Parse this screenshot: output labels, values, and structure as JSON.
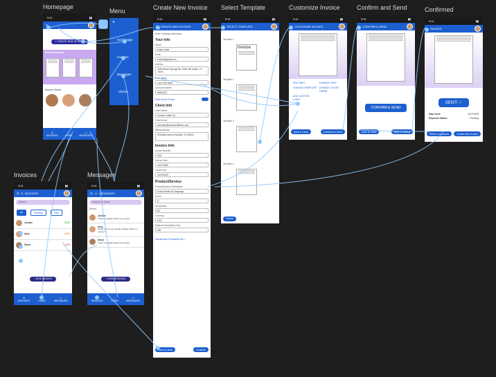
{
  "titles": {
    "homepage": "Homepage",
    "menu": "Menu",
    "create": "Create New Invoice",
    "select": "Select Template",
    "customize": "Customize Invoice",
    "confirm": "Confirm and Send",
    "confirmed": "Confirmed",
    "invoices": "Invoices",
    "messages": "Messages"
  },
  "status_time": "9:41",
  "homepage": {
    "new_btn": "+ CREATE NEW INVOICE",
    "recent_invoices": "Recent Invoices:",
    "recent_clients": "Recent Clients:",
    "nav": [
      "INVOICES",
      "HOME",
      "MESSAGES"
    ]
  },
  "menu": {
    "items": [
      "Homepage",
      "Invoices",
      "Messages",
      "Clients"
    ]
  },
  "create": {
    "bar": "CREATE NEW INVOICE",
    "intro": "Enter Following Information",
    "your_info": "Your Info",
    "name_label": "Name",
    "name": "Emily Carter",
    "email_label": "Email",
    "email": "ecarter@gmail.com",
    "address_label": "Address",
    "address": "2245 Barton Springs Rd, Suite 300 Austin, TX 78704",
    "bank_label": "Bank Name",
    "bank": "Lone Star Bank",
    "account_label": "Account Number",
    "account": "88454321",
    "save_future": "Save Info for Future",
    "client_info": "Client Info",
    "cname_label": "Client Name",
    "cname": "Sunrise Coffee Co.",
    "cemail_label": "Client Email",
    "cemail": "accounts@sunrisecoffeeco.com",
    "baddr_label": "Billing Address",
    "baddr": "95 Maple Avenue Boulder, CO 80302",
    "invoice_info": "Invoice Info",
    "num_label": "Invoice Number",
    "num": "2047",
    "date_label": "Invoice Date",
    "date": "04/27/2025",
    "due_label": "Invoice Due",
    "due": "05/15/2025",
    "product": "Product/Service",
    "desc_label": "Product/Service Description",
    "desc": "Social Media Ad Campaign",
    "hours_label": "Hours",
    "hours": "5",
    "rate_label": "Hourly Rate",
    "rate": "$0",
    "currency_label": "Currency",
    "currency": "USD",
    "balance_label": "Balance Due (Before Tax)",
    "balance": "250",
    "add_another": "Add Another Product/Service +",
    "save_close": "Save & Close",
    "continue": "Continue"
  },
  "select": {
    "bar": "SELECT TEMPLATE",
    "templates": [
      "Template 1",
      "Template 2",
      "Template 3",
      "Template 4"
    ],
    "cancel": "Cancel"
  },
  "customize": {
    "bar": "CUSTOMIZE INVOICE",
    "options": [
      "EDIT INFO",
      "CHANGE FONT",
      "CHANGE TEMPLATE",
      "CHANGE COLOR THEME",
      "ADD CUSTOM LOGO"
    ],
    "save_close": "Save & Close",
    "continue": "Continue to Send"
  },
  "confirm": {
    "bar": "CONFIRM & SEND",
    "confirm_btn": "CONFIRM & SEND",
    "save_close": "Save & Close",
    "back": "Back to Editing"
  },
  "confirmed": {
    "bar": "INVOICE",
    "sent": "SENT!",
    "date_label": "Date Sent:",
    "date": "4/27/2025",
    "status_label": "Payment Status:",
    "status": "Pending",
    "return": "Return to Invoices",
    "new": "Create New Invoice"
  },
  "invoices": {
    "bar": "INVOICES",
    "search": "Search",
    "filters": [
      "All",
      "Pending",
      "Paid"
    ],
    "rows": [
      {
        "name": "Jordan",
        "amt": "$150"
      },
      {
        "name": "Amy",
        "amt": "$250"
      },
      {
        "name": "Steve",
        "amt": "LATE"
      }
    ],
    "new_btn": "+ NEW INVOICE",
    "nav": [
      "INVOICES",
      "HOME",
      "MESSAGES"
    ]
  },
  "messages": {
    "bar": "MESSAGES",
    "search": "Search by Client",
    "recent": "Recent",
    "rows": [
      {
        "name": "Jordan",
        "text": "I have a question about my invoice"
      },
      {
        "name": "Amy",
        "text": "I'll get back to you shortly. Please hold on a moment."
      },
      {
        "name": "Steve",
        "text": "I have a question about my invoice"
      }
    ],
    "new_btn": "+ NEW MESSAGE",
    "nav": [
      "INVOICES",
      "HOME",
      "MESSAGES"
    ]
  },
  "colors": {
    "bg": "#1e1e1e",
    "brand": "#1d5fd0",
    "flow": "#8ec8ff",
    "accent": "#c8a8f0"
  }
}
